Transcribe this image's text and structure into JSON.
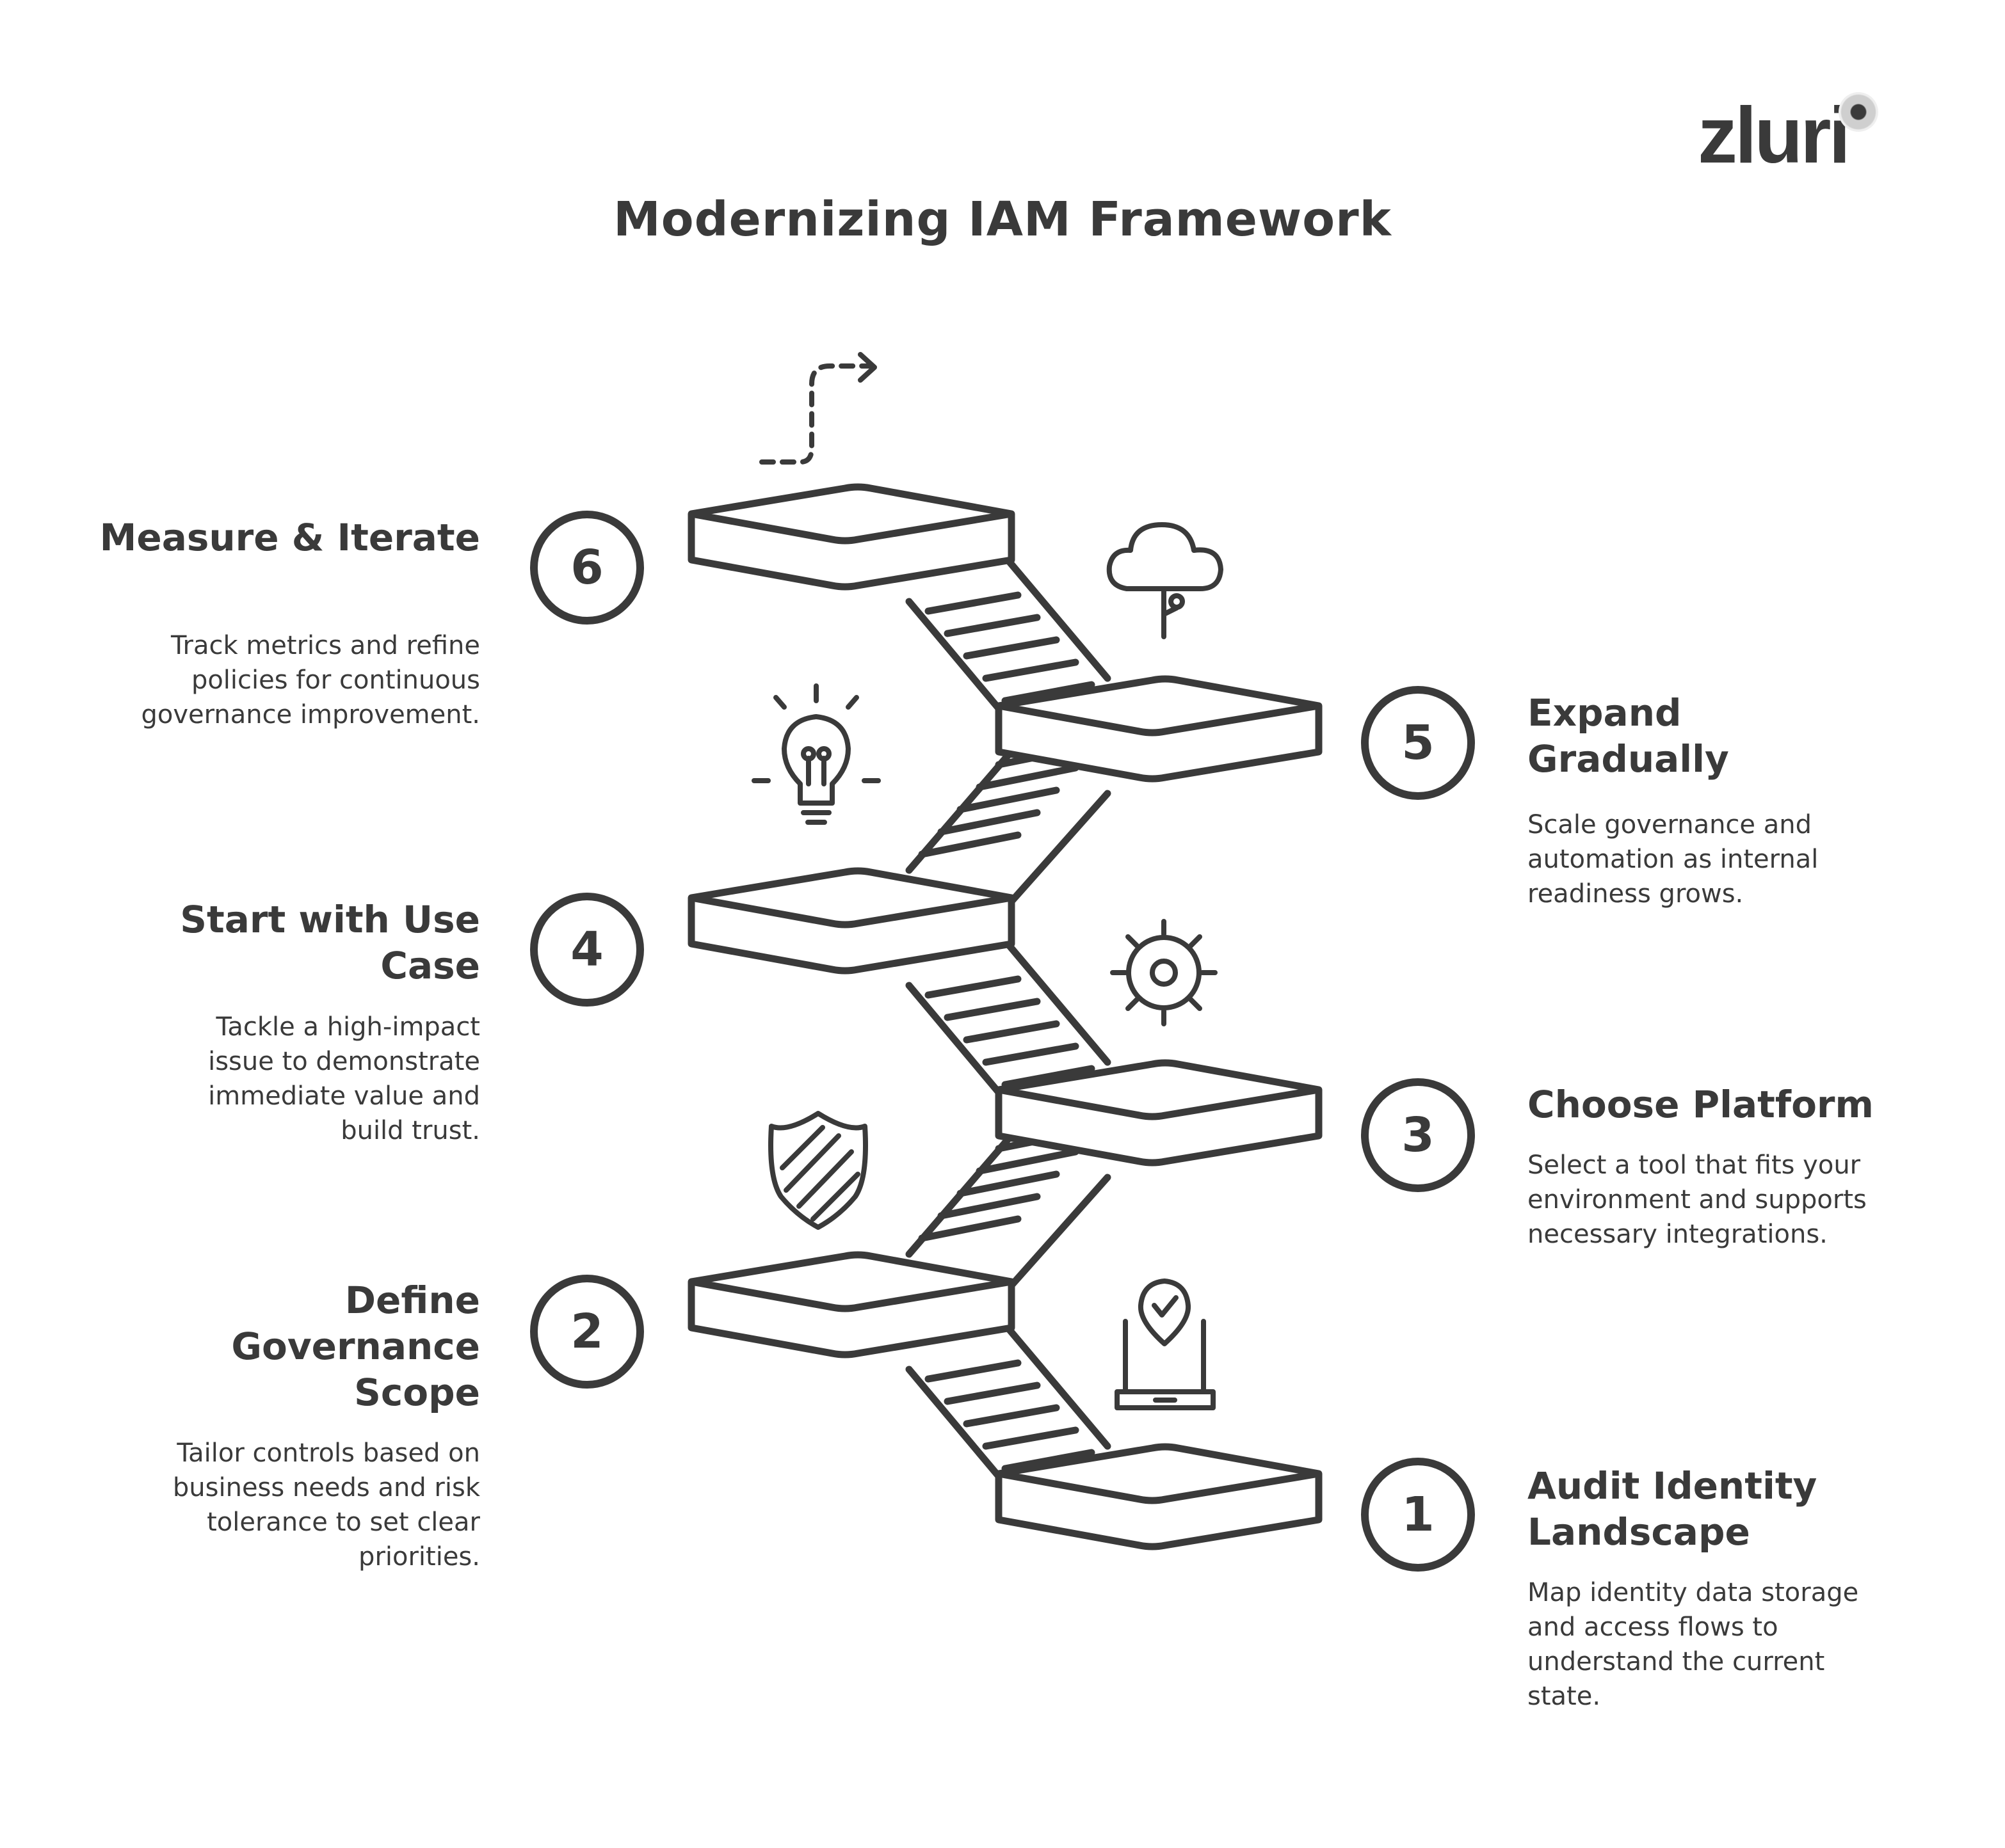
{
  "brand": {
    "logo_text": "zluri"
  },
  "title": "Modernizing IAM Framework",
  "colors": {
    "ink": "#3a3a3a",
    "background": "#ffffff"
  },
  "steps": [
    {
      "number": "1",
      "heading": "Audit Identity Landscape",
      "description": "Map identity data storage and access flows to understand the current state.",
      "icon": "laptop-location-icon"
    },
    {
      "number": "2",
      "heading": "Define Governance Scope",
      "description": "Tailor controls based on business needs and risk tolerance to set clear priorities.",
      "icon": "shield-icon"
    },
    {
      "number": "3",
      "heading": "Choose Platform",
      "description": "Select a tool that fits your environment and supports necessary integrations.",
      "icon": "gear-icon"
    },
    {
      "number": "4",
      "heading": "Start with Use Case",
      "description": "Tackle a high-impact issue to demonstrate immediate value and build trust.",
      "icon": "lightbulb-icon"
    },
    {
      "number": "5",
      "heading": "Expand Gradually",
      "description": "Scale governance and automation as internal readiness grows.",
      "icon": "cloud-icon"
    },
    {
      "number": "6",
      "heading": "Measure & Iterate",
      "description": "Track metrics and refine policies for continuous governance improvement.",
      "icon": "dashed-arrow-icon"
    }
  ]
}
